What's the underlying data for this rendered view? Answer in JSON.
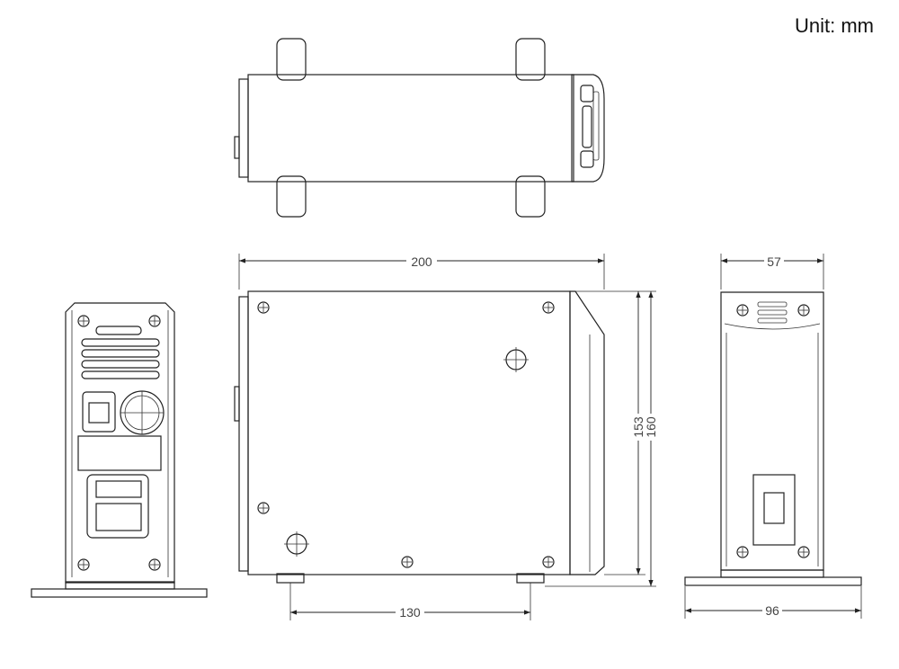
{
  "unit_label": "Unit: mm",
  "dimensions": {
    "width_top": "200",
    "foot_spacing": "130",
    "height_body": "153",
    "height_total": "160",
    "depth_body": "57",
    "depth_base": "96"
  }
}
